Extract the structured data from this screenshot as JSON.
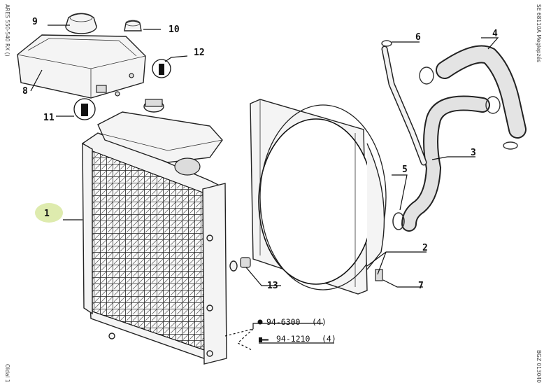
{
  "side_texts": {
    "top_left": "ARES 550-540 RX ()",
    "top_right": "SE 68110A  Meglepzés",
    "bottom_left": "Oldal 1",
    "bottom_right": "BGZ 013040"
  },
  "callouts": [
    {
      "id": "1",
      "label": "1",
      "highlighted": true
    },
    {
      "id": "2",
      "label": "2"
    },
    {
      "id": "3",
      "label": "3"
    },
    {
      "id": "4",
      "label": "4"
    },
    {
      "id": "5",
      "label": "5"
    },
    {
      "id": "6",
      "label": "6"
    },
    {
      "id": "7",
      "label": "7"
    },
    {
      "id": "8",
      "label": "8"
    },
    {
      "id": "9",
      "label": "9"
    },
    {
      "id": "10",
      "label": "10"
    },
    {
      "id": "11",
      "label": "11"
    },
    {
      "id": "12",
      "label": "12"
    },
    {
      "id": "13",
      "label": "13"
    }
  ],
  "hardware": [
    {
      "code": "94-6300",
      "qty": "(4)",
      "icon": "nut-icon"
    },
    {
      "code": "94-1210",
      "qty": "(4)",
      "icon": "bolt-icon"
    }
  ],
  "colors": {
    "highlight": "#d8e8a0",
    "line": "#111111"
  }
}
